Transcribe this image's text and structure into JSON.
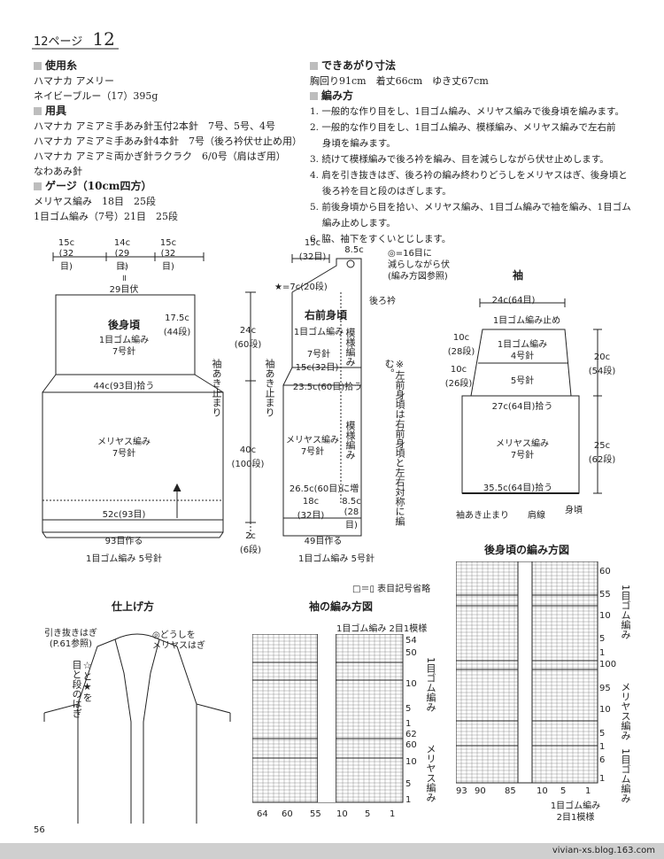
{
  "header": {
    "page_label": "12ページ",
    "page_num": "12"
  },
  "yarn": {
    "title": "使用糸",
    "lines": [
      "ハマナカ アメリー",
      "ネイビーブルー（17）395g"
    ]
  },
  "tools": {
    "title": "用具",
    "lines": [
      "ハマナカ アミアミ手あみ針玉付2本針　7号、5号、4号",
      "ハマナカ アミアミ手あみ針4本針　7号（後ろ衿伏せ止め用）",
      "ハマナカ アミアミ両かぎ針ラクラク　6/0号（肩はぎ用）",
      "なわあみ針"
    ]
  },
  "gauge": {
    "title": "ゲージ（10cm四方）",
    "lines": [
      "メリヤス編み　18目　25段",
      "1目ゴム編み（7号）21目　25段"
    ]
  },
  "finished": {
    "title": "できあがり寸法",
    "line": "胸回り91cm　着丈66cm　ゆき丈67cm"
  },
  "method": {
    "title": "編み方",
    "steps": [
      "1. 一般的な作り目をし、1目ゴム編み、メリヤス編みで後身頃を編みます。",
      "2. 一般的な作り目をし、1目ゴム編み、模様編み、メリヤス編みで左右前",
      "　 身頃を編みます。",
      "3. 続けて模様編みで後ろ衿を編み、目を減らしながら伏せ止めします。",
      "4. 肩を引き抜きはぎ、後ろ衿の編み終わりどうしをメリヤスはぎ、後身頃と",
      "　 後ろ衿を目と段のはぎします。",
      "5. 前後身頃から目を拾い、メリヤス編み、1目ゴム編みで袖を編み、1目ゴム",
      "　 編み止めします。",
      "6. 脇、袖下をすくいとじします。"
    ]
  },
  "back": {
    "title": "後身頃",
    "rib1": "1目ゴム編み",
    "needle7": "7号針",
    "top_w": [
      "15c",
      "(32目)",
      "14c",
      "(29目)",
      "15c",
      "(32目)"
    ],
    "star": "☆",
    "eq": "॥",
    "fuse": "29目伏",
    "side": [
      "17.5c",
      "(44段)"
    ],
    "pick": "44c(93目)拾う",
    "mer": "メリヤス編み",
    "mer_n": "7号針",
    "hem": "52c(93目)",
    "cast": "93目作る",
    "rib_bottom": "1目ゴム編み 5号針"
  },
  "center_dims": {
    "a": "24c",
    "a2": "(60段)",
    "b": "40c",
    "b2": "(100段)",
    "c": "2c",
    "c2": "(6段)",
    "sleeve_open": "袖あき止まり"
  },
  "front": {
    "title": "右前身頃",
    "top": [
      "15c",
      "(32目)",
      "8.5c"
    ],
    "star7": "★=7c(20段)",
    "collar": "後ろ衿",
    "rib": "1目ゴム編み",
    "needle": "7号針",
    "pattern": "模様編み",
    "w15": "15c(32目)",
    "pick": "23.5c(60目)拾う",
    "mer": "メリヤス編み",
    "mer_n": "7号針",
    "pattern2": "模様編み",
    "inc": "26.5c(60目)に増",
    "w18": [
      "18c",
      "(32目)"
    ],
    "w85": [
      "8.5c",
      "(28目)"
    ],
    "cast": "49目作る",
    "rib_bottom": "1目ゴム編み 5号針",
    "note": "※左前身頃は右前身頃と左右対称に編む。"
  },
  "reduce_note": [
    "◎=16目に",
    "減らしながら伏",
    "(編み方図参照)"
  ],
  "sleeve": {
    "title": "袖",
    "top": "24c(64目)",
    "ribstop": "1目ゴム編み止め",
    "rib": "1目ゴム編み",
    "n4": "4号針",
    "n5": "5号針",
    "l10a": [
      "10c",
      "(28段)"
    ],
    "l10b": [
      "10c",
      "(26段)"
    ],
    "r20": [
      "20c",
      "(54段)"
    ],
    "w27": "27c(64目)拾う",
    "mer": "メリヤス編み",
    "mer_n": "7号針",
    "r25": [
      "25c",
      "(62段)"
    ],
    "pick": "35.5c(64目)拾う",
    "open": "袖あき止まり",
    "shoulder": "肩線",
    "body": "身頃"
  },
  "finishing": {
    "title": "仕上げ方",
    "hikinuki": [
      "引き抜きはぎ",
      "(P.61参照)"
    ],
    "merhagi": [
      "◎どうしを",
      "メリヤスはぎ"
    ],
    "me": "目と段のはぎ",
    "star": "☆と★を"
  },
  "sleeve_chart": {
    "title": "袖の編み方図",
    "legend": "□＝▯ 表目記号省略",
    "top_label": "1目ゴム編み 2目1模様",
    "rows_top": [
      "54",
      "50"
    ],
    "rows_mid": [
      "10",
      "5",
      "1"
    ],
    "rows_b": [
      "62",
      "60"
    ],
    "rows_c": [
      "10",
      "5",
      "1"
    ],
    "cols": [
      "64",
      "60",
      "55",
      "10",
      "5",
      "1"
    ],
    "r1": "1目ゴム編み",
    "r2": "メリヤス編み"
  },
  "back_chart": {
    "title": "後身頃の編み方図",
    "rows": [
      "60",
      "55",
      "10",
      "5",
      "1",
      "100",
      "95",
      "10",
      "5",
      "1",
      "6",
      "1"
    ],
    "cols": [
      "93",
      "90",
      "85",
      "10",
      "5",
      "1"
    ],
    "r1": "1目ゴム編み",
    "r2": "メリヤス編み",
    "r3": "1目ゴム編み",
    "bottom": [
      "1目ゴム編み",
      "2目1模様"
    ]
  },
  "footer": {
    "page": "56",
    "site": "vivian-xs.blog.163.com"
  }
}
